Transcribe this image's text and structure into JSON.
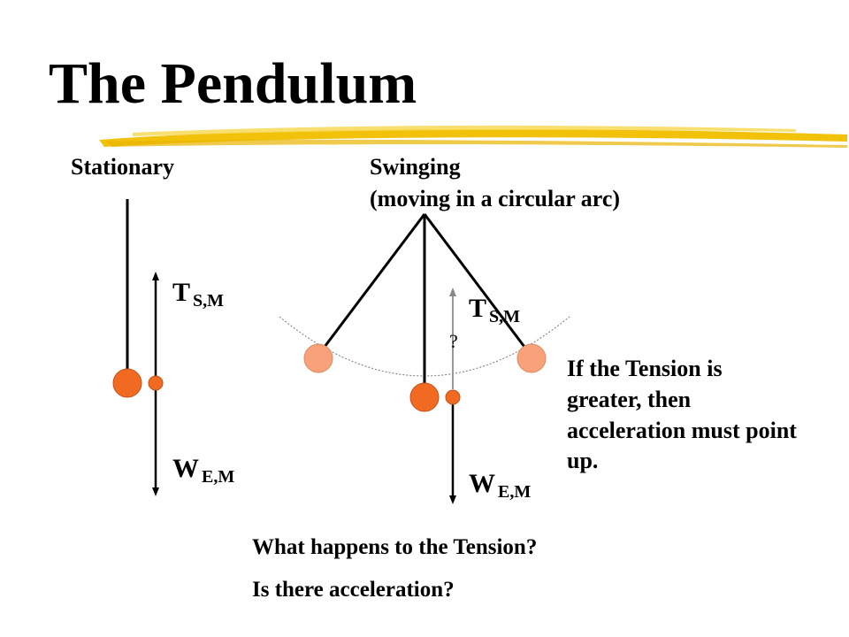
{
  "title": "The Pendulum",
  "stationary": {
    "heading": "Stationary",
    "tension_label": "T",
    "tension_sub": "S,M",
    "weight_label": "W",
    "weight_sub": "E,M"
  },
  "swinging": {
    "heading_line1": "Swinging",
    "heading_line2": "(moving in a circular arc)",
    "tension_label": "T",
    "tension_sub": "S,M",
    "weight_label": "W",
    "weight_sub": "E,M",
    "unknown_mark": "?"
  },
  "note": "If the Tension is greater, then acceleration must point up.",
  "questions": {
    "q1": "What happens to the Tension?",
    "q2": "Is there acceleration?"
  },
  "colors": {
    "bob": "#f26a21",
    "bob_faded": "#f9a27a",
    "title_swoosh": "#f2c10a",
    "swoosh_light": "#f7dc60"
  }
}
